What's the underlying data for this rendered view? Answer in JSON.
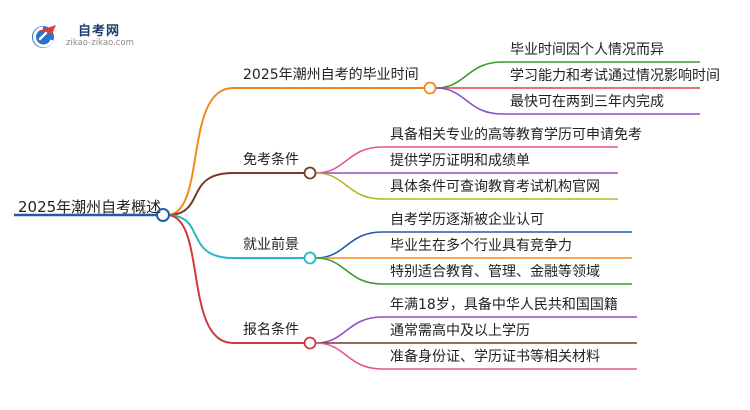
{
  "logo": {
    "title": "自考网",
    "url": "zikao-zikao.com"
  },
  "mindmap": {
    "root": "2025年潮州自考概述",
    "branches": [
      {
        "label": "2025年潮州自考的毕业时间",
        "color": "#f08a1c",
        "children": [
          "毕业时间因个人情况而异",
          "学习能力和考试通过情况影响时间",
          "最快可在两到三年内完成"
        ],
        "child_colors": [
          "#3a9b2e",
          "#e0454a",
          "#8e4fc4"
        ]
      },
      {
        "label": "免考条件",
        "color": "#7a3b2a",
        "children": [
          "具备相关专业的高等教育学历可申请免考",
          "提供学历证明和成绩单",
          "具体条件可查询教育考试机构官网"
        ],
        "child_colors": [
          "#e9558f",
          "#8e4fc4",
          "#b5b52a"
        ]
      },
      {
        "label": "就业前景",
        "color": "#25b8c4",
        "children": [
          "自考学历逐渐被企业认可",
          "毕业生在多个行业具有竞争力",
          "特别适合教育、管理、金融等领域"
        ],
        "child_colors": [
          "#1e5da8",
          "#f08a1c",
          "#3a9b2e"
        ]
      },
      {
        "label": "报名条件",
        "color": "#d13a3a",
        "children": [
          "年满18岁，具备中华人民共和国国籍",
          "通常需高中及以上学历",
          "准备身份证、学历证书等相关材料"
        ],
        "child_colors": [
          "#8e4fc4",
          "#7a3b2a",
          "#e9558f"
        ]
      }
    ],
    "root_color": "#1e5da8"
  }
}
